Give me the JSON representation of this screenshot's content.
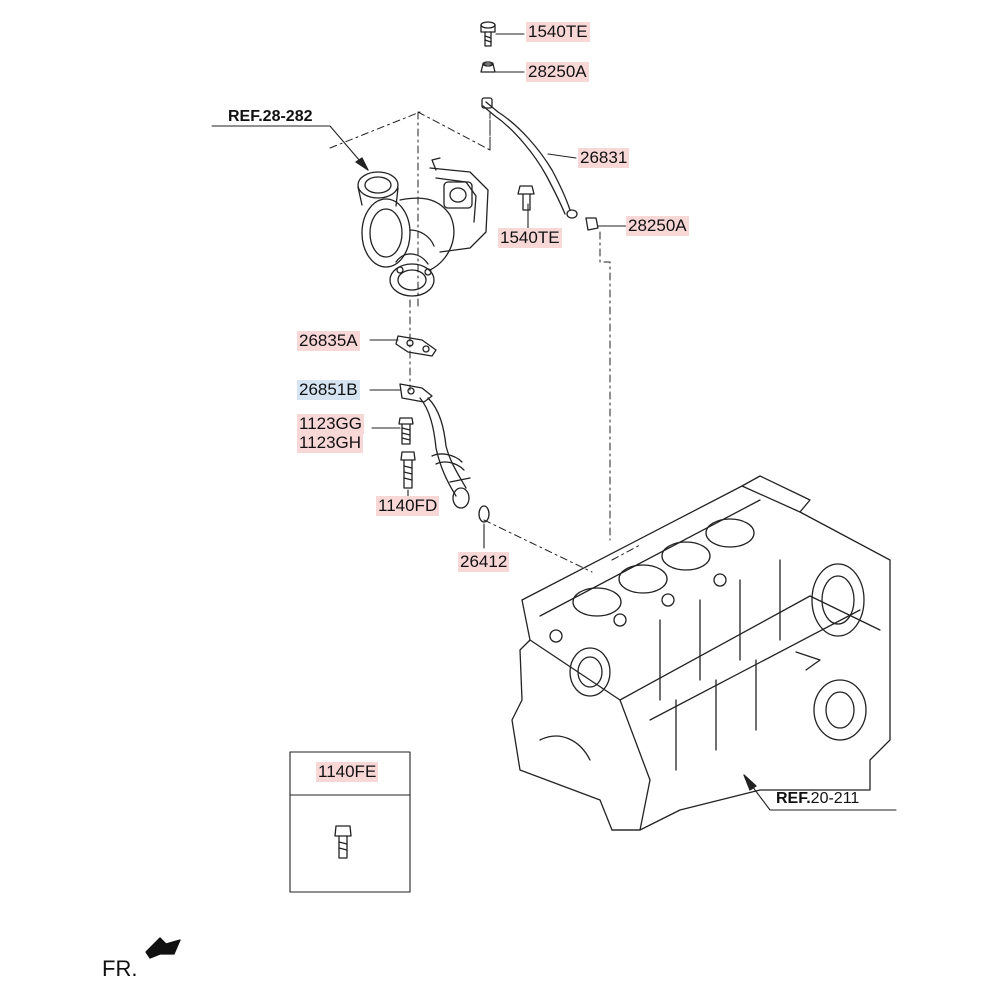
{
  "parts": {
    "p1540te_top": "1540TE",
    "p28250a_top": "28250A",
    "p26831": "26831",
    "p1540te_mid": "1540TE",
    "p28250a_mid": "28250A",
    "p26835a": "26835A",
    "p26851b": "26851B",
    "p1123gg": "1123GG",
    "p1123gh": "1123GH",
    "p1140fd": "1140FD",
    "p26412": "26412"
  },
  "refs": {
    "turbo_ref_label": "REF.",
    "turbo_ref_num": "28-282",
    "block_ref_label": "REF.",
    "block_ref_num": "20-211"
  },
  "inset": {
    "part": "1140FE"
  },
  "orientation": {
    "label": "FR."
  },
  "colors": {
    "part_highlight": "#f8d7d7",
    "selected_highlight": "#d6e4f2",
    "line": "#222222"
  }
}
